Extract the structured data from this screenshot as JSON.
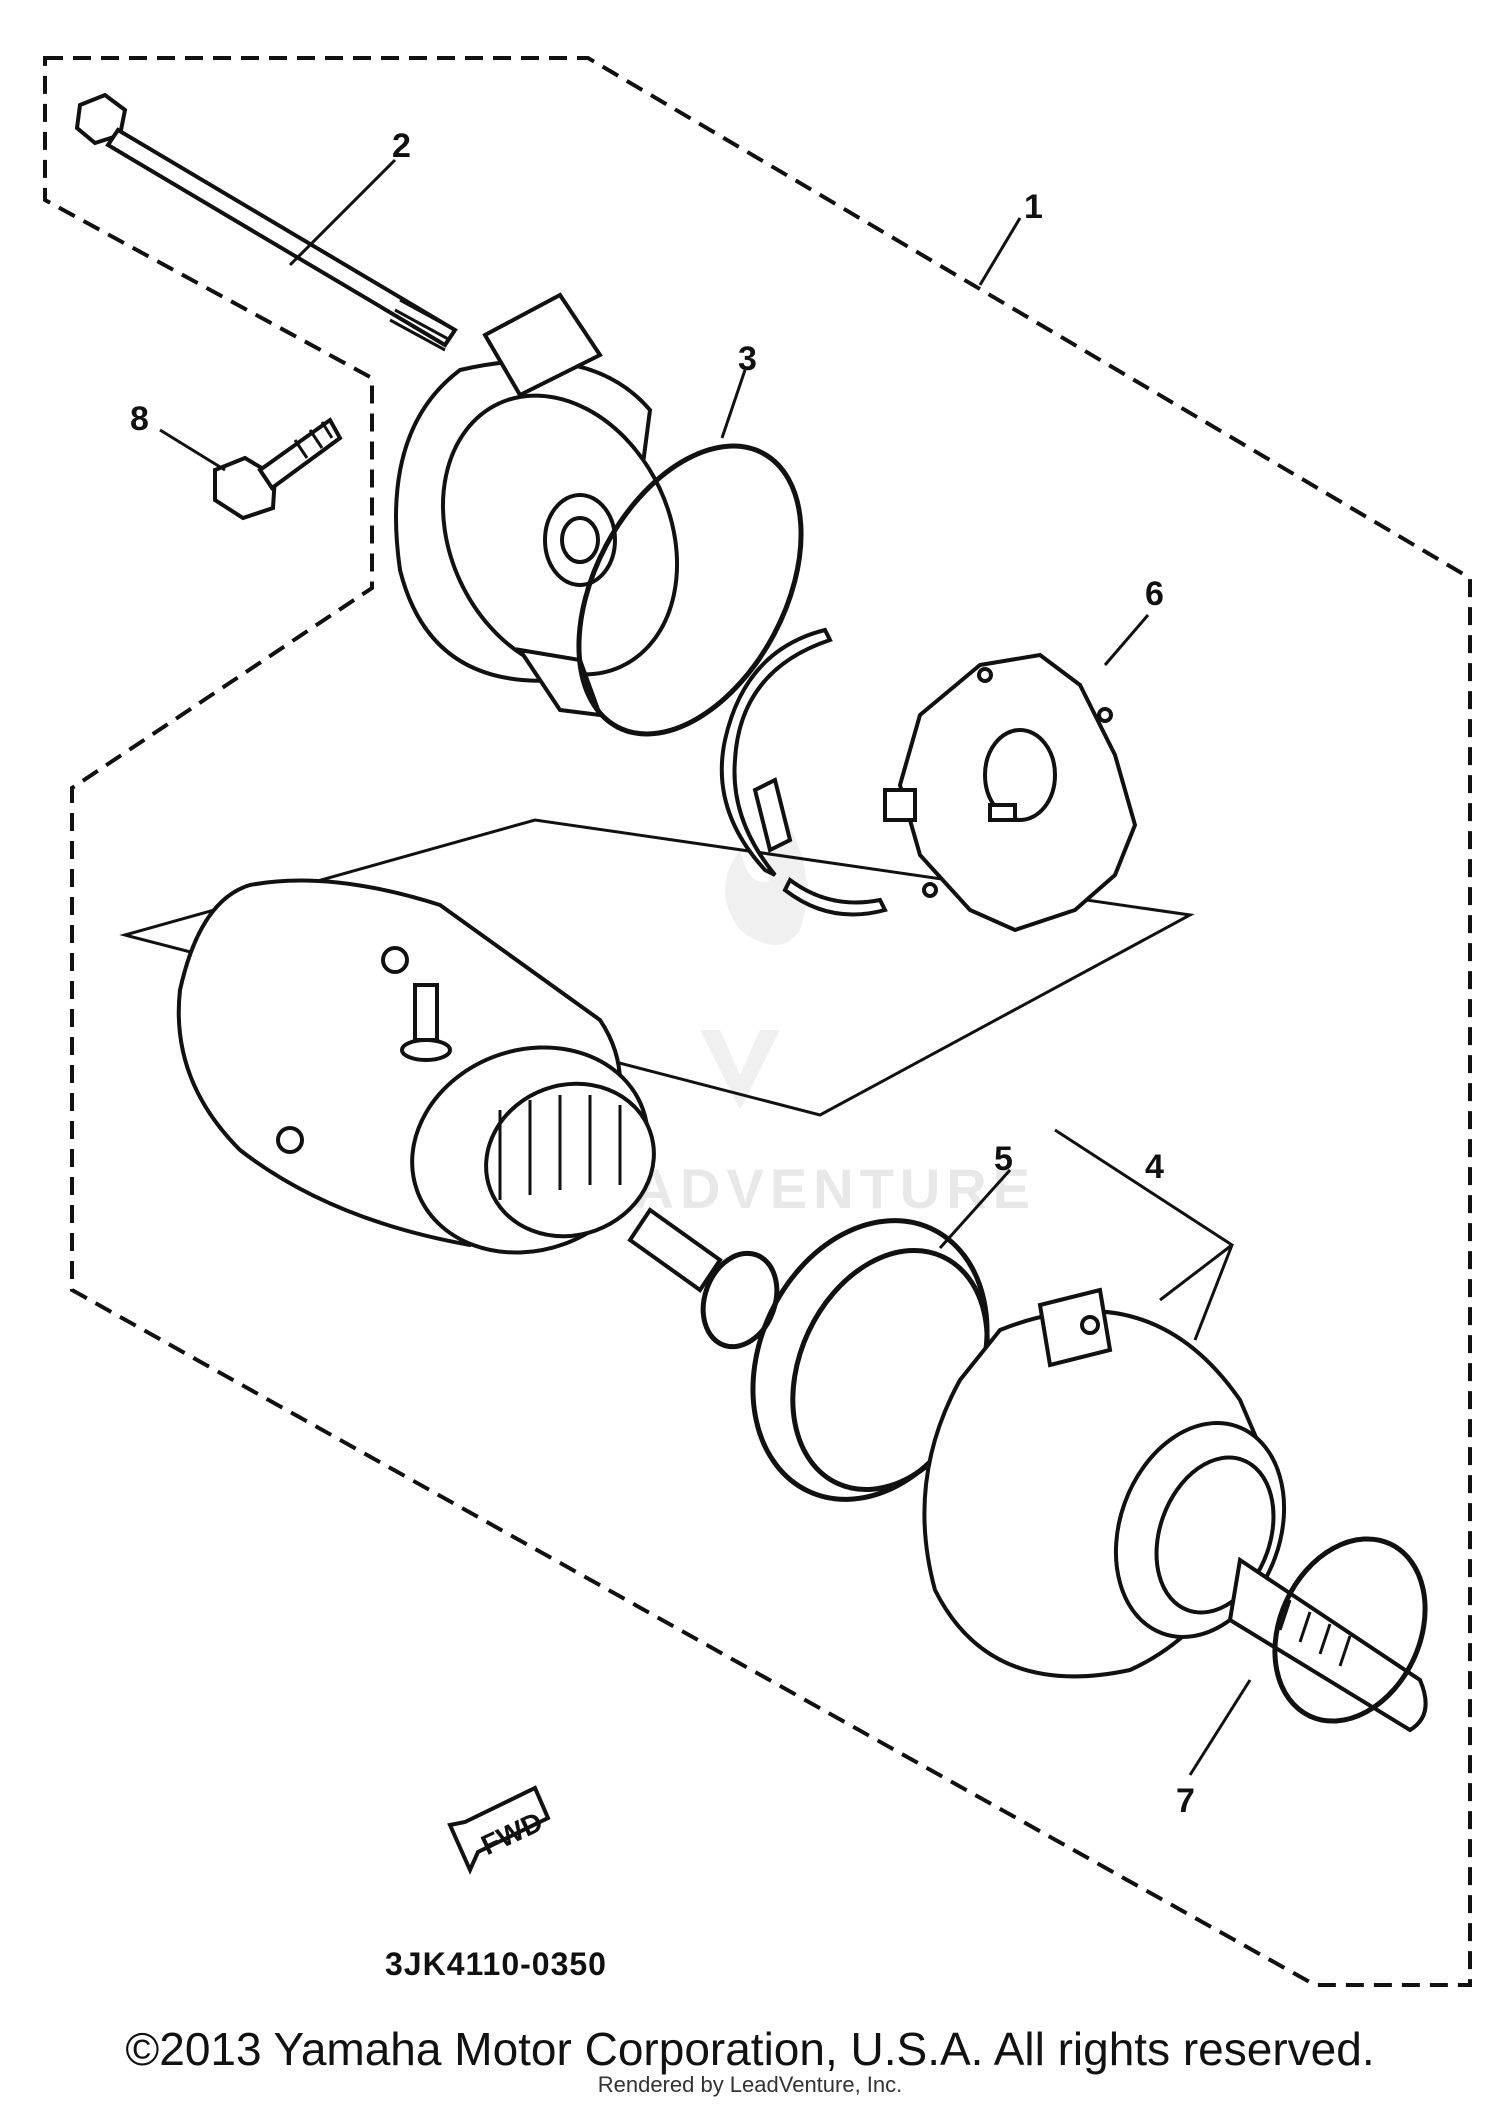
{
  "diagram": {
    "callouts": {
      "c1": "1",
      "c2": "2",
      "c3": "3",
      "c4": "4",
      "c5": "5",
      "c6": "6",
      "c7": "7",
      "c8": "8"
    },
    "fwd_label": "FWD",
    "diagram_code": "3JK4110-0350",
    "watermark": "LEADVENTURE"
  },
  "footer": {
    "copyright": "©2013 Yamaha Motor Corporation, U.S.A. All rights reserved.",
    "rendered_by": "Rendered by LeadVenture, Inc."
  }
}
